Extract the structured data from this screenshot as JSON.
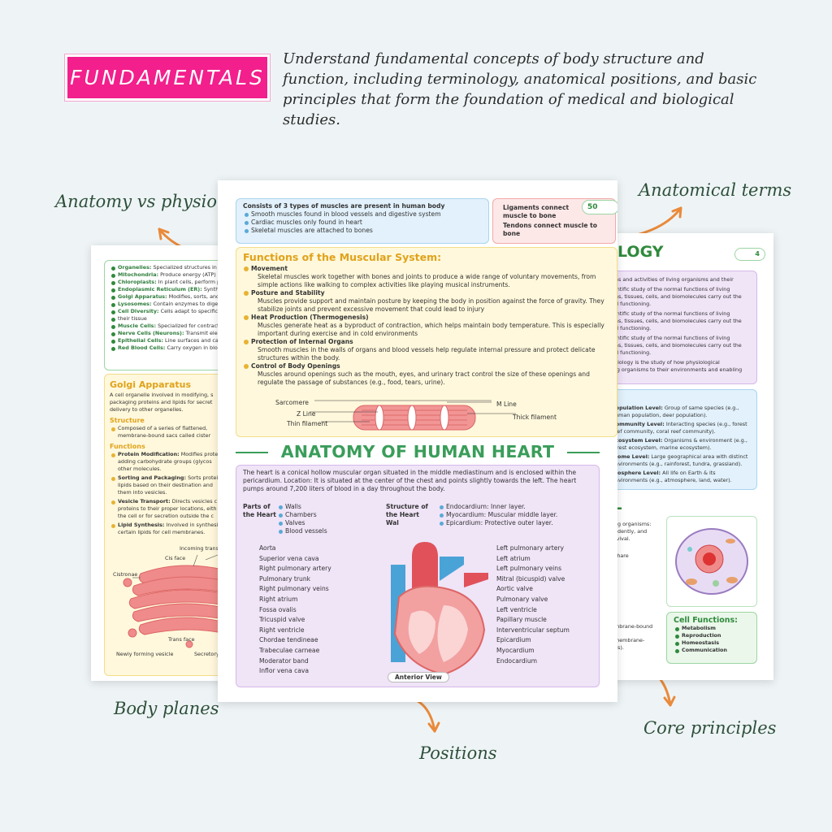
{
  "header": {
    "badge": "FUNDAMENTALS",
    "description": "Understand fundamental concepts of body structure and function, including terminology, anatomical positions, and basic principles that form the foundation of medical and biological studies."
  },
  "callouts": {
    "anatomy_vs_physiology": "Anatomy vs physiology",
    "anatomical_terms": "Anatomical terms",
    "body_planes": "Body planes",
    "positions": "Positions",
    "core_principles": "Core principles"
  },
  "colors": {
    "accent_pink": "#f21f8c",
    "arrow_orange": "#e98a3a",
    "label_green": "#2e4f3a"
  },
  "left_page": {
    "organelles": [
      {
        "term": "Organelles:",
        "text": "Specialized structures in ce"
      },
      {
        "term": "Mitochondria:",
        "text": "Produce energy (ATP) v"
      },
      {
        "term": "Chloroplasts:",
        "text": "In plant cells, perform p"
      },
      {
        "term": "Endoplasmic Reticulum (ER):",
        "text": "Synthes"
      },
      {
        "term": "Golgi Apparatus:",
        "text": "Modifies, sorts, and p"
      },
      {
        "term": "Lysosomes:",
        "text": "Contain enzymes to diges"
      },
      {
        "term": "Cell Diversity:",
        "text": "Cells adapt to specific"
      },
      {
        "term": "",
        "text": "their tissue"
      },
      {
        "term": "Muscle Cells:",
        "text": "Specialized for contractio"
      },
      {
        "term": "Nerve Cells (Neurons):",
        "text": "Transmit elect"
      },
      {
        "term": "Epithelial Cells:",
        "text": "Line surfaces and cav"
      },
      {
        "term": "Red Blood Cells:",
        "text": "Carry oxygen in blood"
      }
    ],
    "golgi_title": "Golgi Apparatus",
    "golgi_intro": [
      "A cell organelle involved in modifying, s",
      "packaging proteins and lipids for secret",
      "delivery to other organelles."
    ],
    "structure_title": "Structure",
    "structure_items": [
      "Composed of a series of flattened,",
      "membrane-bound sacs called cister"
    ],
    "functions_title": "Functions",
    "function_items": [
      {
        "term": "Protein Modification:",
        "text": "Modifies protei",
        "more": [
          "adding carbohydrate groups (glycos",
          "other molecules."
        ]
      },
      {
        "term": "Sorting and Packaging:",
        "text": "Sorts protei",
        "more": [
          "lipids based on their destination and",
          "them into vesicles."
        ]
      },
      {
        "term": "Vesicle Transport:",
        "text": "Directs vesicles c",
        "more": [
          "proteins to their proper locations, eith",
          "the cell or for secretion outside the c"
        ]
      },
      {
        "term": "Lipid Synthesis:",
        "text": "Involved in synthesiz",
        "more": [
          "certain lipids for cell membranes."
        ]
      }
    ],
    "diagram_labels": [
      "Incoming transp",
      "Cis face",
      "Cistronae",
      "Trans face",
      "Newly forming vesicle",
      "Secretory"
    ]
  },
  "right_page": {
    "title_fragment": "LOGY",
    "page_num": "4",
    "purple_lines": [
      "ons and activities of living organisms and their",
      "ientific study of the normal functions of living",
      "ans, tissues, cells, and biomolecules carry out the",
      "nd functioning.",
      "ientific study of the normal functions of living",
      "ans, tissues, cells, and biomolecules carry out the",
      "nd functioning.",
      "ientific study of the normal functions of living",
      "ans, tissues, cells, and biomolecules carry out the",
      "nd functioning.",
      "ysiology is the study of how physiological",
      "ing organisms to their environments and enabling"
    ],
    "levels": [
      {
        "term": "Population Level:",
        "text": "Group of same species (e.g.,",
        "more": "human population, deer population)."
      },
      {
        "term": "Community Level:",
        "text": "Interacting species (e.g., forest",
        "more": "reef community, coral reef community)."
      },
      {
        "term": "Ecosystem Level:",
        "text": "Organisms & environment (e.g.,",
        "more": "forest ecosystem, marine ecosystem)."
      },
      {
        "term": "Biome Level:",
        "text": "Large geographical area with distinct",
        "more": "environments (e.g., rainforest, tundra, grassland)."
      },
      {
        "term": "Biosphere Level:",
        "text": "All life on Earth & its",
        "more": "environments (e.g., atmosphere, land, water)."
      }
    ],
    "section_fragment": "L",
    "cell_lines": [
      "ng organisms:",
      "ndently, and",
      "rvival.",
      "share"
    ],
    "membrane_lines": [
      "mbrane-bound",
      "membrane-",
      "ns)."
    ],
    "cell_functions_title": "Cell Functions:",
    "cell_functions": [
      "Metabolism",
      "Reproduction",
      "Homeostasis",
      "Communication"
    ]
  },
  "center_page": {
    "page_num": "50",
    "muscles_heading": "Consists of 3 types of muscles are present in human body",
    "muscle_types": [
      "Smooth muscles found in blood vessels and digestive system",
      "Cardiac muscles only found in heart",
      "Skeletal muscles are attached to bones"
    ],
    "ligaments": "Ligaments connect muscle to bone",
    "tendons": "Tendons connect muscle to bone",
    "functions_title": "Functions of the Muscular System:",
    "functions": [
      {
        "title": "Movement",
        "text": "Skeletal muscles work together with bones and joints to produce a wide range of voluntary movements, from simple actions like walking to complex activities like playing musical instruments."
      },
      {
        "title": "Posture and Stability",
        "text": "Muscles provide support and maintain posture by keeping the body in position against the force of gravity. They stabilize joints and prevent excessive movement that could lead to injury"
      },
      {
        "title": "Heat Production (Thermogenesis)",
        "text": "Muscles generate heat as a byproduct of contraction, which helps maintain body temperature. This is especially important during exercise and in cold environments"
      },
      {
        "title": "Protection of Internal Organs",
        "text": "Smooth muscles in the walls of organs and blood vessels help regulate internal pressure and protect delicate structures within the body."
      },
      {
        "title": "Control of Body Openings",
        "text": "Muscles around openings such as the mouth, eyes, and urinary tract control the size of these openings and regulate the passage of substances (e.g., food, tears, urine)."
      }
    ],
    "muscle_labels": {
      "sarcomere": "Sarcomere",
      "zline": "Z Line",
      "thin": "Thin filament",
      "mline": "M Line",
      "thick": "Thick filament"
    },
    "heart_title": "ANATOMY OF HUMAN HEART",
    "heart_intro": "The heart is a conical hollow muscular organ situated in the middle mediastinum and is enclosed within the pericardium. Location: It is situated at the center of the chest and points slightly towards the left. The heart pumps around 7,200 liters of blood in a day throughout the body.",
    "parts_label": "Parts of the Heart",
    "parts": [
      "Walls",
      "Chambers",
      "Valves",
      "Blood vessels"
    ],
    "structure_label": "Structure of the Heart Wal",
    "structure": [
      "Endocardium: Inner layer.",
      "Myocardium: Muscular middle layer.",
      "Epicardium: Protective outer layer."
    ],
    "left_labels": [
      "Aorta",
      "Superior vena cava",
      "Right pulmonary artery",
      "Pulmonary trunk",
      "Right pulmonary veins",
      "Right atrium",
      "Fossa ovalis",
      "Tricuspid valve",
      "Right ventricle",
      "Chordae tendineae",
      "Trabeculae carneae",
      "Moderator band",
      "Inflor vena cava"
    ],
    "right_labels": [
      "Left pulmonary artery",
      "Left atrium",
      "Left pulmonary veins",
      "Mitral (bicuspid) valve",
      "Aortic valve",
      "Pulmonary valve",
      "Left ventricle",
      "Papillary muscle",
      "Interventricular septum",
      "Epicardium",
      "Myocardium",
      "Endocardium"
    ],
    "view_label": "Anterior View"
  }
}
